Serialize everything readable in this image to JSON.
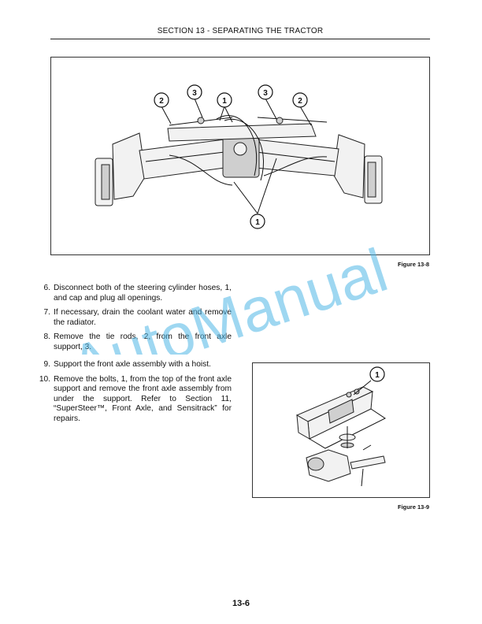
{
  "header": {
    "title": "SECTION 13 - SEPARATING THE TRACTOR"
  },
  "figures": [
    {
      "caption": "Figure 13-8",
      "callouts": [
        "2",
        "3",
        "1",
        "3",
        "2",
        "1"
      ]
    },
    {
      "caption": "Figure 13-9",
      "callouts": [
        "1"
      ]
    }
  ],
  "steps": [
    {
      "num": "6.",
      "text": "Disconnect both of the steering cylinder hoses, 1, and cap and plug all openings."
    },
    {
      "num": "7.",
      "text": "If necessary, drain the coolant water and remove the radiator."
    },
    {
      "num": "8.",
      "text": "Remove the tie rods, 2, from the front axle support, 3."
    },
    {
      "num": "9.",
      "text": "Support the front axle assembly with a hoist."
    },
    {
      "num": "10.",
      "text": "Remove the bolts, 1, from the top of the front axle support and remove the front axle assembly from under the support. Refer to Section 11, “SuperSteer™, Front Axle, and Sensitrack” for repairs."
    }
  ],
  "watermark": "AutoManual",
  "page_number": "13-6"
}
